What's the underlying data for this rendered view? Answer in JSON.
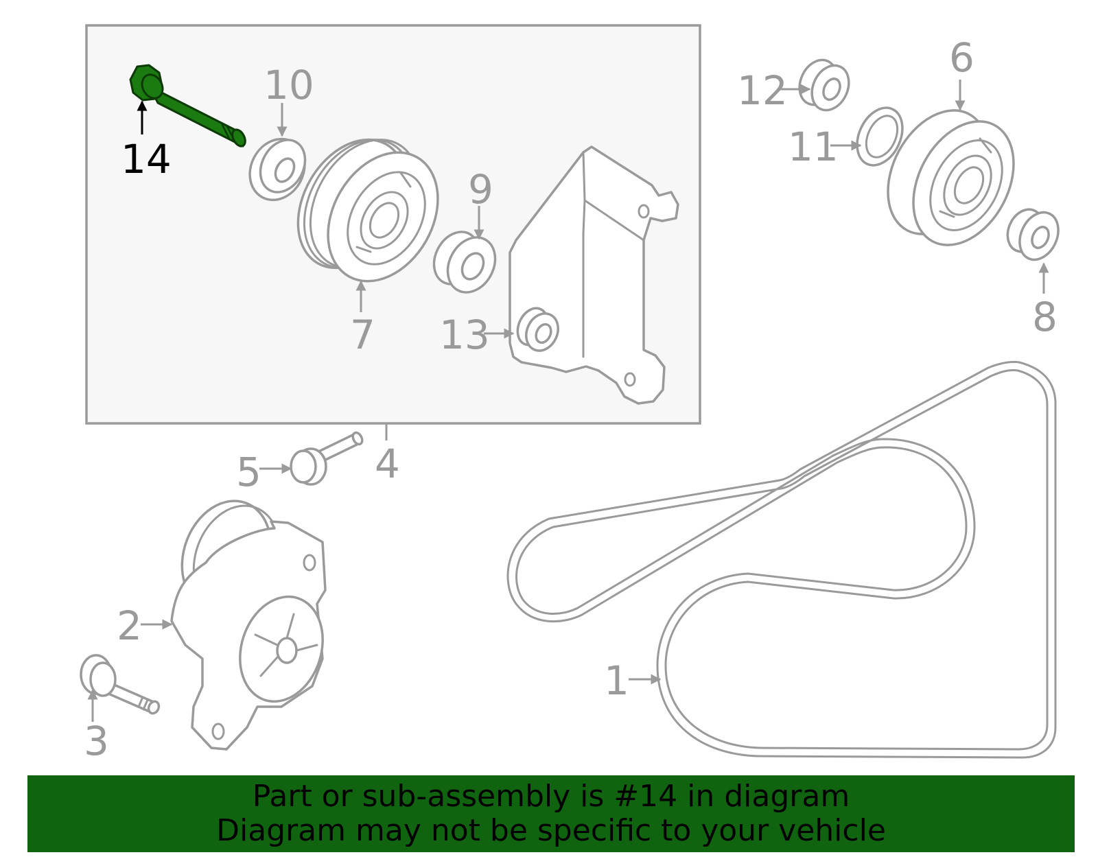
{
  "callouts": {
    "c1": "1",
    "c2": "2",
    "c3": "3",
    "c4": "4",
    "c5": "5",
    "c6": "6",
    "c7": "7",
    "c8": "8",
    "c9": "9",
    "c10": "10",
    "c11": "11",
    "c12": "12",
    "c13": "13",
    "c14": "14"
  },
  "highlighted_part": "14",
  "colors": {
    "highlight": "#1b7a10",
    "outline": "#9a9a9a",
    "footer_bg": "#106410",
    "inset_bg": "#f7f7f7"
  },
  "footer": {
    "line1": "Part or sub-assembly is #14 in diagram",
    "line2": "Diagram may not be specific to your vehicle"
  }
}
